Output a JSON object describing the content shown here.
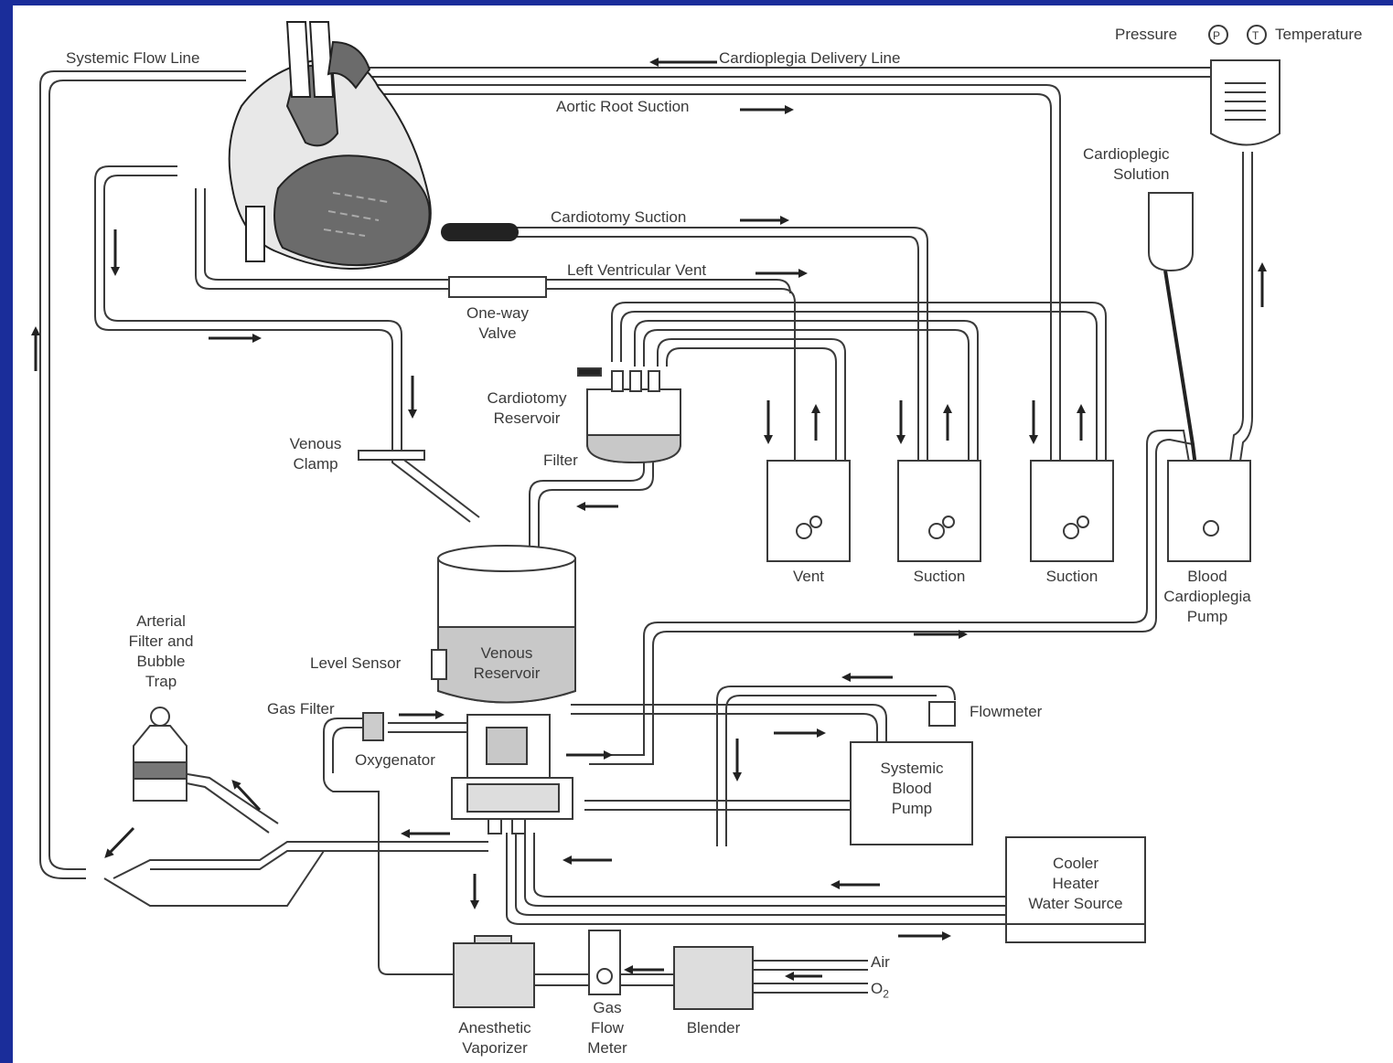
{
  "labels": {
    "systemic_flow_line": "Systemic Flow Line",
    "cardioplegia_delivery_line": "Cardioplegia Delivery Line",
    "pressure": "Pressure",
    "temperature": "Temperature",
    "p_symbol": "P",
    "t_symbol": "T",
    "aortic_root_suction": "Aortic Root Suction",
    "cardioplegic_solution": "Cardioplegic\nSolution",
    "cardiotomy_suction": "Cardiotomy Suction",
    "left_ventricular_vent": "Left Ventricular Vent",
    "one_way_valve": "One-way\nValve",
    "cardiotomy_reservoir": "Cardiotomy\nReservoir",
    "filter": "Filter",
    "venous_clamp": "Venous\nClamp",
    "vent": "Vent",
    "suction_1": "Suction",
    "suction_2": "Suction",
    "blood_cardioplegia_pump": "Blood\nCardioplegia\nPump",
    "arterial_filter": "Arterial\nFilter and\nBubble\nTrap",
    "level_sensor": "Level Sensor",
    "venous_reservoir": "Venous\nReservoir",
    "gas_filter": "Gas Filter",
    "flowmeter": "Flowmeter",
    "oxygenator": "Oxygenator",
    "systemic_blood_pump": "Systemic\nBlood\nPump",
    "cooler_heater": "Cooler\nHeater\nWater Source",
    "air": "Air",
    "o2": "O",
    "o2_sub": "2",
    "anesthetic_vaporizer": "Anesthetic\nVaporizer",
    "gas_flow_meter": "Gas\nFlow\nMeter",
    "blender": "Blender"
  },
  "colors": {
    "background": "#1a2d9a",
    "panel": "#ffffff",
    "line": "#3a3a3a",
    "heart_dark": "#6b6b6b",
    "fluid": "#c8c8c8"
  }
}
